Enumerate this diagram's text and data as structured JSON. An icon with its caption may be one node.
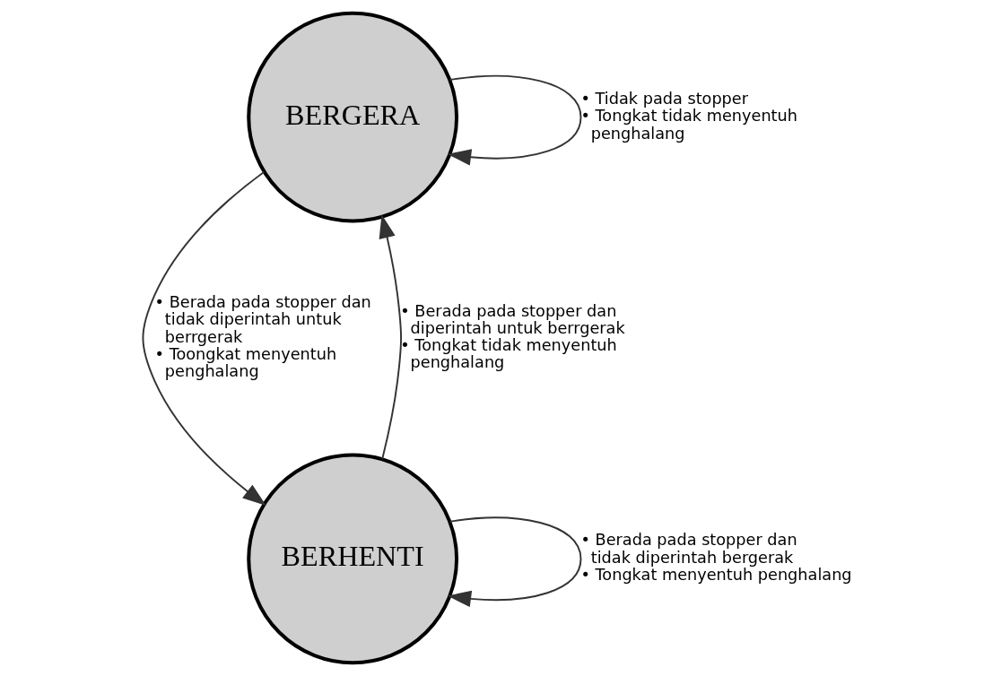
{
  "diagram": {
    "nodes": [
      {
        "text": [
          "BERGERA"
        ]
      },
      {
        "text": [
          "BERHENTI"
        ]
      }
    ],
    "edges": [
      {
        "from": 0,
        "to": 0,
        "arrow": "to",
        "label": [
          "• Tidak pada stopper",
          "• Tongkat tidak menyentuh penghalang"
        ]
      },
      {
        "from": 0,
        "to": 1,
        "arrow": "to",
        "label": [
          "• Berada pada stopper dan tidak diperintah untuk berrgerak",
          "• Toongkat menyentuh penghalang"
        ]
      },
      {
        "from": 1,
        "to": 0,
        "arrow": "to",
        "label": [
          "• Berada pada stopper dan diperintah untuk berrgerak",
          "• Tongkat tidak menyentuh penghalang"
        ]
      },
      {
        "from": 1,
        "to": 1,
        "arrow": "to",
        "label": [
          "• Berada pada stopper dan tidak diperintah bergerak",
          "• Tongkat menyentuh penghalang"
        ]
      }
    ]
  }
}
